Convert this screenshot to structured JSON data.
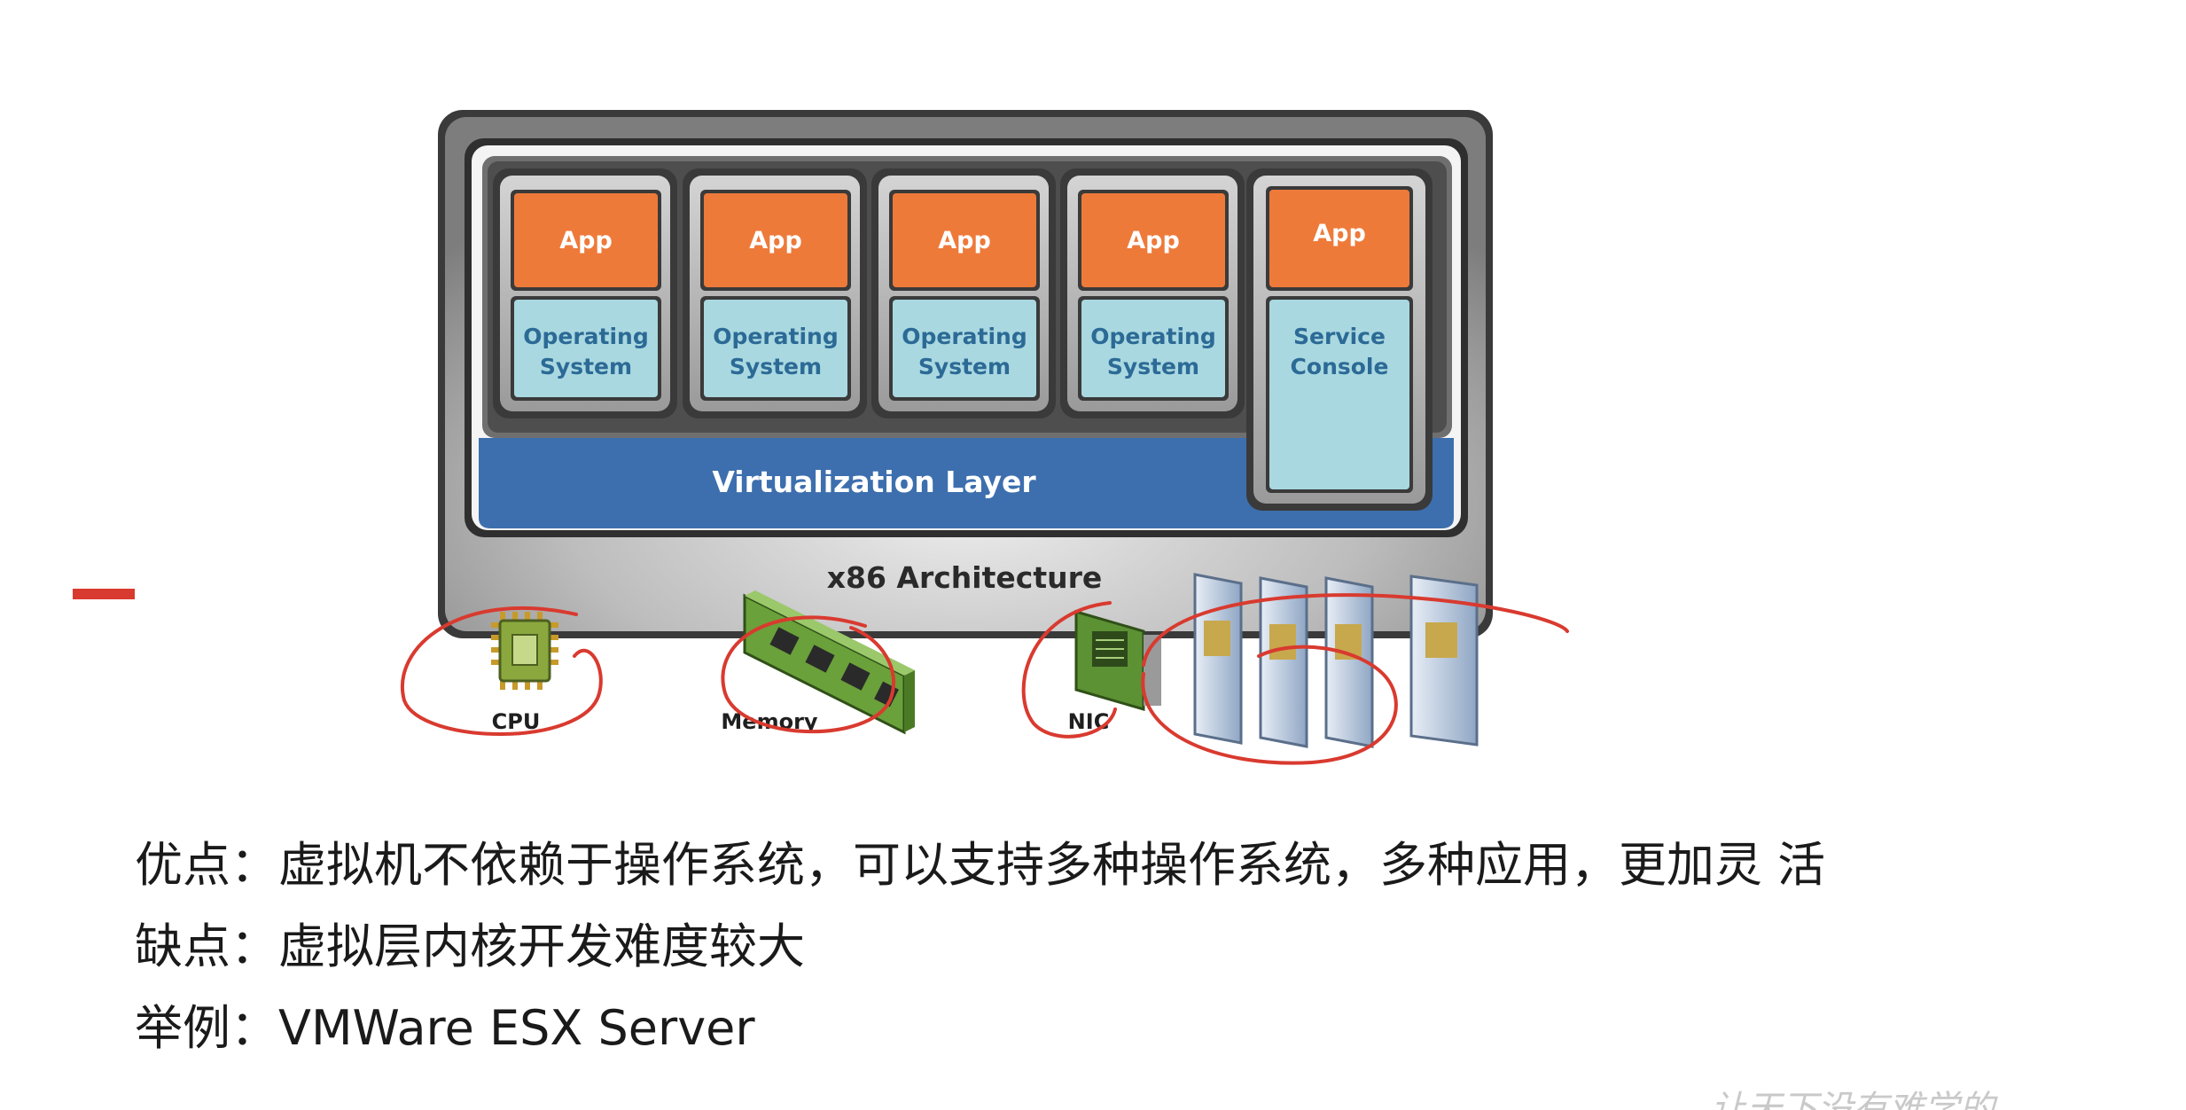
{
  "diagram": {
    "vms": [
      {
        "app": "App",
        "os_line1": "Operating",
        "os_line2": "System"
      },
      {
        "app": "App",
        "os_line1": "Operating",
        "os_line2": "System"
      },
      {
        "app": "App",
        "os_line1": "Operating",
        "os_line2": "System"
      },
      {
        "app": "App",
        "os_line1": "Operating",
        "os_line2": "System"
      }
    ],
    "console": {
      "app": "App",
      "line1": "Service",
      "line2": "Console"
    },
    "virtualization_layer": "Virtualization Layer",
    "architecture": "x86 Architecture",
    "hardware": {
      "cpu": "CPU",
      "memory": "Memory",
      "nic": "NIC"
    },
    "colors": {
      "app_orange": "#ee7a3a",
      "os_blue": "#a9d8e0",
      "layer_blue": "#3d6fae",
      "annotation_red": "#d93a2f"
    }
  },
  "notes": {
    "pros": "优点：虚拟机不依赖于操作系统，可以支持多种操作系统，多种应用，更加灵 活",
    "cons": "缺点：虚拟层内核开发难度较大",
    "example": "举例：VMWare ESX Server"
  },
  "watermark": "让天下没有难学的"
}
